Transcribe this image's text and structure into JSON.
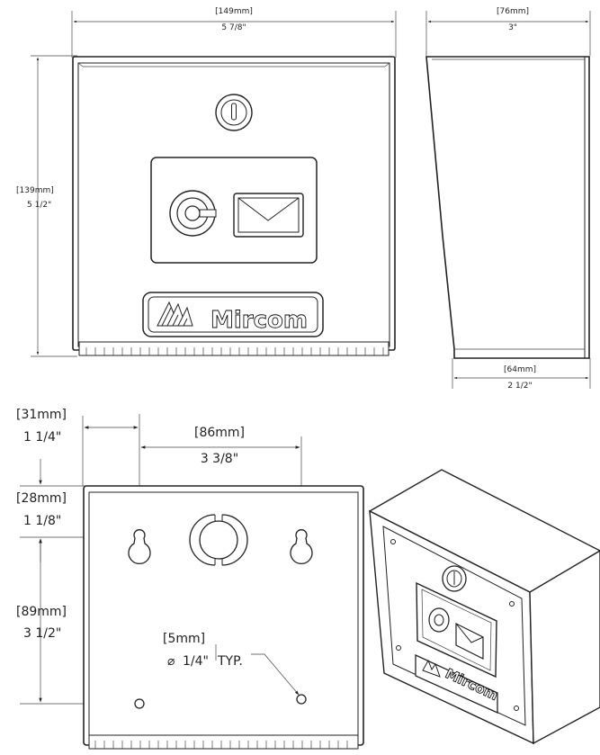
{
  "front_view": {
    "width_metric": "[149mm]",
    "width_imperial": "5 7/8\"",
    "height_metric": "[139mm]",
    "height_imperial": "5 1/2\"",
    "logo_text": "Mircom"
  },
  "side_view": {
    "top_depth_metric": "[76mm]",
    "top_depth_imperial": "3\"",
    "bottom_depth_metric": "[64mm]",
    "bottom_depth_imperial": "2 1/2\""
  },
  "back_view": {
    "left_offset_metric": "[31mm]",
    "left_offset_imperial": "1 1/4\"",
    "hole_spacing_metric": "[86mm]",
    "hole_spacing_imperial": "3 3/8\"",
    "top_offset_metric": "[28mm]",
    "top_offset_imperial": "1 1/8\"",
    "vertical_spacing_metric": "[89mm]",
    "vertical_spacing_imperial": "3 1/2\"",
    "hole_dia_metric": "[5mm]",
    "hole_dia_imperial": "1/4\"",
    "hole_dia_symbol": "⌀",
    "hole_dia_note": "TYP."
  },
  "iso_view": {
    "logo_text": "Mircom"
  }
}
